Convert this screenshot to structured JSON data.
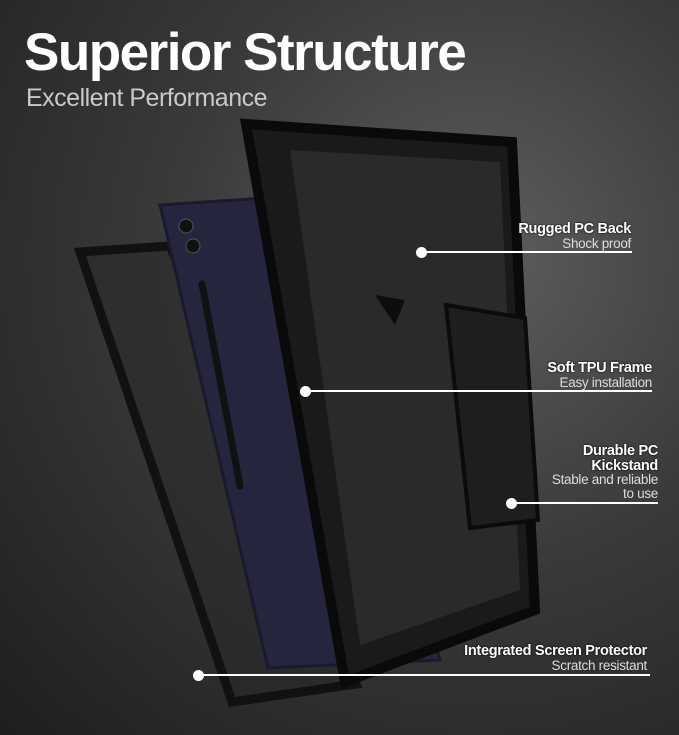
{
  "header": {
    "title": "Superior Structure",
    "subtitle": "Excellent Performance"
  },
  "callouts": [
    {
      "heading": "Rugged PC Back",
      "sub": "Shock proof"
    },
    {
      "heading": "Soft TPU Frame",
      "sub": "Easy installation"
    },
    {
      "heading": "Durable PC Kickstand",
      "sub": "Stable  and reliable to use"
    },
    {
      "heading": "Integrated Screen Protector",
      "sub": "Scratch resistant"
    }
  ],
  "colors": {
    "tablet": "#25253d",
    "case": "#151515",
    "background": "#3a3a3a"
  }
}
